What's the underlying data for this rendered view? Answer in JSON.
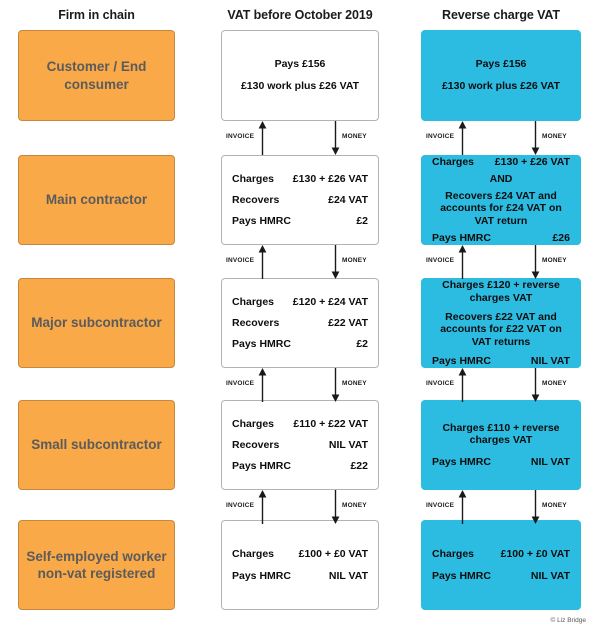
{
  "headers": {
    "col1": "Firm in chain",
    "col2": "VAT before October 2019",
    "col3": "Reverse charge VAT"
  },
  "colors": {
    "firm_box": "#F9A948",
    "reverse_box": "#2CBCE2",
    "old_box": "#FFFFFF",
    "firm_text": "#5B5B5B"
  },
  "connector": {
    "invoice_label": "INVOICE",
    "money_label": "MONEY",
    "invoice_icon": "arrow-up-icon",
    "money_icon": "arrow-down-icon"
  },
  "credit": "© Liz Bridge",
  "rows": [
    {
      "firm": "Customer / End consumer",
      "old": {
        "lines": [
          {
            "type": "center",
            "text": "Pays £156"
          },
          {
            "type": "center",
            "text": "£130 work plus £26 VAT"
          }
        ]
      },
      "reverse": {
        "lines": [
          {
            "type": "center",
            "text": "Pays £156"
          },
          {
            "type": "center",
            "text": "£130 work plus £26 VAT"
          }
        ]
      }
    },
    {
      "firm": "Main contractor",
      "old": {
        "lines": [
          {
            "type": "kv",
            "key": "Charges",
            "value": "£130 + £26 VAT"
          },
          {
            "type": "kv",
            "key": "Recovers",
            "value": "£24 VAT"
          },
          {
            "type": "kv",
            "key": "Pays HMRC",
            "value": "£2"
          }
        ]
      },
      "reverse": {
        "lines": [
          {
            "type": "kv",
            "key": "Charges",
            "value": "£130 + £26 VAT"
          },
          {
            "type": "center",
            "text": "AND"
          },
          {
            "type": "center",
            "text": "Recovers £24 VAT and accounts for £24 VAT on VAT return"
          },
          {
            "type": "kv",
            "key": "Pays HMRC",
            "value": "£26"
          }
        ]
      }
    },
    {
      "firm": "Major subcontractor",
      "old": {
        "lines": [
          {
            "type": "kv",
            "key": "Charges",
            "value": "£120 + £24 VAT"
          },
          {
            "type": "kv",
            "key": "Recovers",
            "value": "£22 VAT"
          },
          {
            "type": "kv",
            "key": "Pays HMRC",
            "value": "£2"
          }
        ]
      },
      "reverse": {
        "lines": [
          {
            "type": "center",
            "text": "Charges £120 + reverse charges VAT"
          },
          {
            "type": "center",
            "text": "Recovers £22 VAT and accounts for £22 VAT on VAT returns"
          },
          {
            "type": "kv",
            "key": "Pays HMRC",
            "value": "NIL VAT"
          }
        ]
      }
    },
    {
      "firm": "Small subcontractor",
      "old": {
        "lines": [
          {
            "type": "kv",
            "key": "Charges",
            "value": "£110 + £22 VAT"
          },
          {
            "type": "kv",
            "key": "Recovers",
            "value": "NIL VAT"
          },
          {
            "type": "kv",
            "key": "Pays HMRC",
            "value": "£22"
          }
        ]
      },
      "reverse": {
        "lines": [
          {
            "type": "center",
            "text": "Charges £110 + reverse charges VAT"
          },
          {
            "type": "kv",
            "key": "Pays HMRC",
            "value": "NIL VAT"
          }
        ]
      }
    },
    {
      "firm": "Self-employed worker non-vat registered",
      "old": {
        "lines": [
          {
            "type": "kv",
            "key": "Charges",
            "value": "£100 + £0 VAT"
          },
          {
            "type": "kv",
            "key": "Pays HMRC",
            "value": "NIL VAT"
          }
        ]
      },
      "reverse": {
        "lines": [
          {
            "type": "kv",
            "key": "Charges",
            "value": "£100 + £0 VAT"
          },
          {
            "type": "kv",
            "key": "Pays HMRC",
            "value": "NIL VAT"
          }
        ]
      }
    }
  ]
}
